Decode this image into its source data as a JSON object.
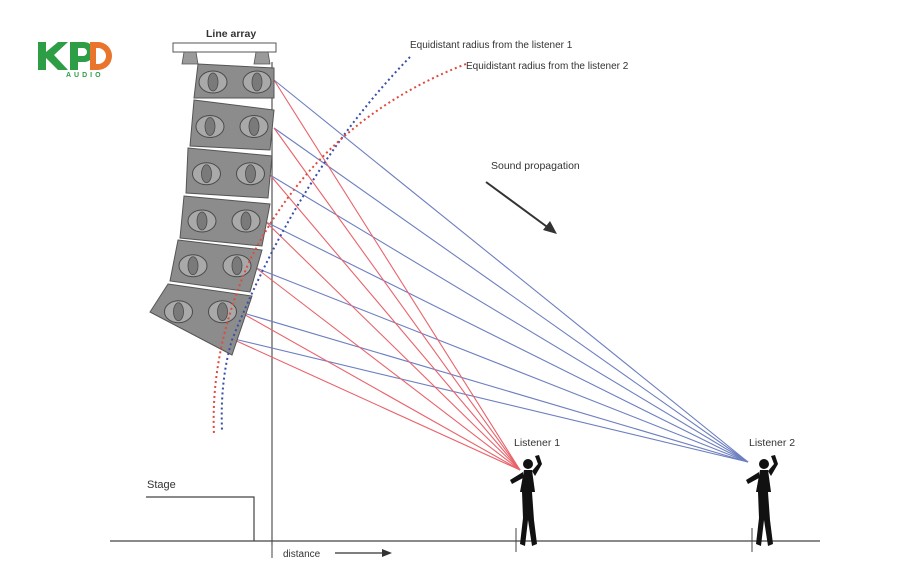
{
  "logo": {
    "letters": "KPD",
    "subtext": "AUDIO",
    "color_main": "#2e9e46",
    "color_accent": "#e8752b"
  },
  "labels": {
    "line_array": "Line array",
    "radius_1": "Equidistant radius from the listener 1",
    "radius_2": "Equidistant radius from the listener 2",
    "sound_propagation": "Sound propagation",
    "listener_1": "Listener 1",
    "listener_2": "Listener 2",
    "stage": "Stage",
    "distance": "distance"
  },
  "colors": {
    "listener_1_rays": "#e8636b",
    "listener_2_rays": "#6d7fc0",
    "radius_1_dotted": "#3a4fa8",
    "radius_2_dotted": "#e04a3c",
    "speaker_box": "#8c8c8c",
    "line": "#444444"
  }
}
